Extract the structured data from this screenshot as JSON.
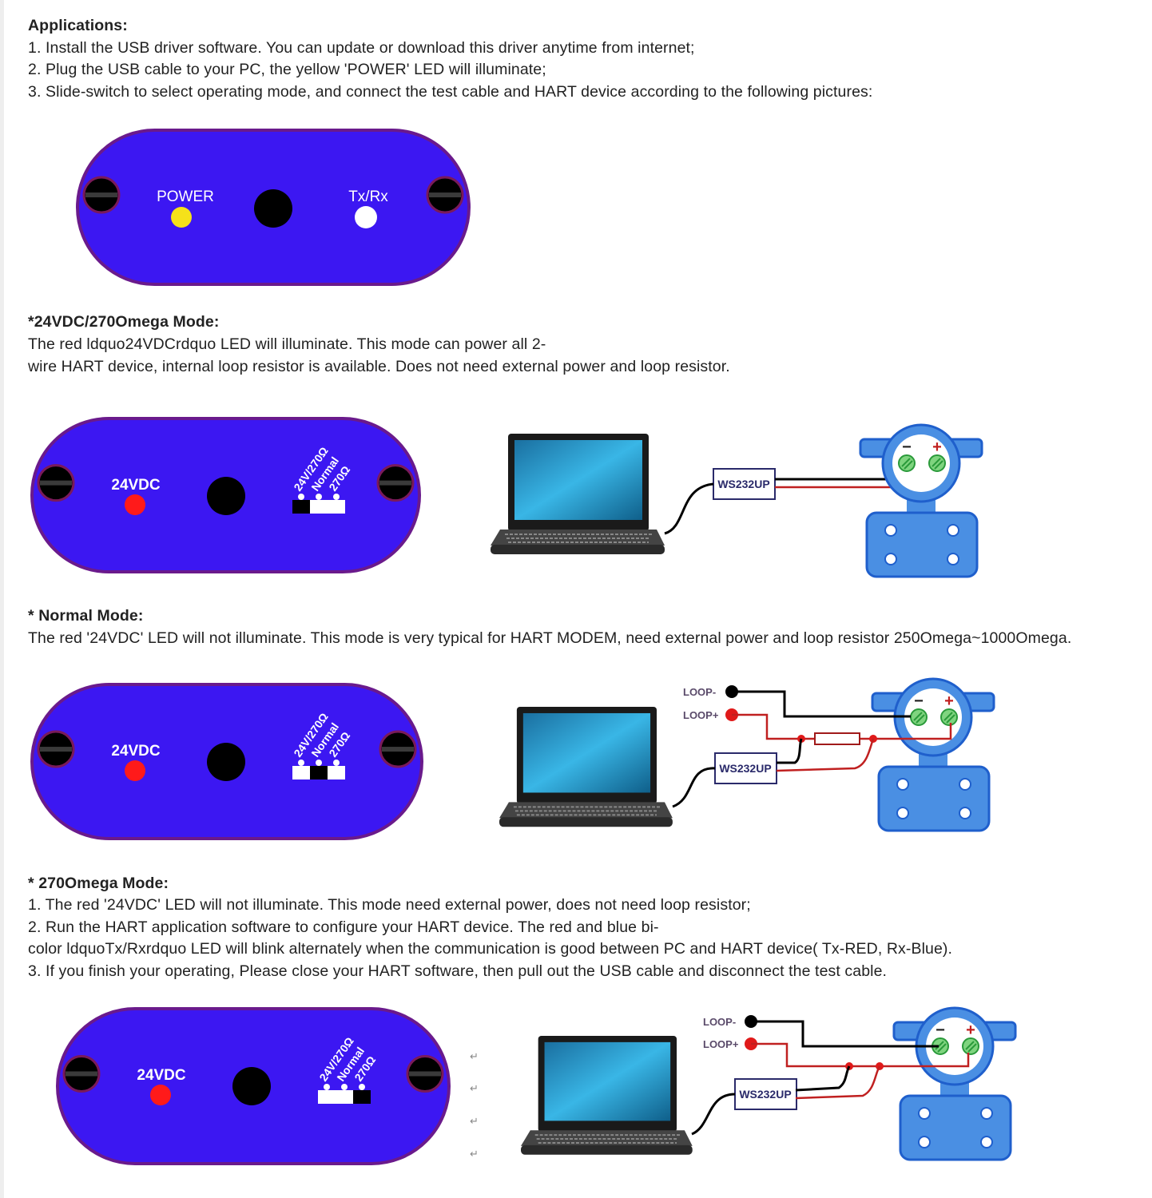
{
  "applications": {
    "heading": "Applications:",
    "lines": [
      "1. Install the USB driver software. You can update or download this driver anytime from internet;",
      "2. Plug the USB cable to your PC, the yellow 'POWER' LED will illuminate;",
      "3. Slide-switch to select operating mode, and connect the test cable and HART device according to the following pictures:"
    ]
  },
  "mode_24vdc": {
    "heading": "*24VDC/270Omega Mode:",
    "lines": [
      "The red ldquo24VDCrdquo LED will illuminate. This mode can power all 2-",
      "wire HART device, internal loop resistor is available. Does not need external power and loop resistor."
    ]
  },
  "mode_normal": {
    "heading": "* Normal Mode:",
    "lines": [
      "The red '24VDC' LED will not illuminate. This mode is very typical for HART MODEM, need external power and loop resistor 250Omega~1000Omega."
    ]
  },
  "mode_270": {
    "heading": "* 270Omega Mode:",
    "lines": [
      "1. The red '24VDC' LED will not illuminate. This mode need external power, does not need loop resistor;",
      "2. Run the HART application software to configure your HART device. The red and blue bi-",
      "color ldquoTx/Rxrdquo LED will blink alternately when the communication is good between PC and HART device( Tx-RED, Rx-Blue).",
      "3. If you finish your operating, Please close your HART software, then pull out the USB cable and disconnect the test cable."
    ]
  },
  "diagram_labels": {
    "power": "POWER",
    "txrx": "Tx/Rx",
    "led_24vdc": "24VDC",
    "switch_positions": [
      "24V/270Ω",
      "Normal",
      "270Ω"
    ],
    "modem": "WS232UP",
    "loop_minus": "LOOP-",
    "loop_plus": "LOOP+",
    "terminal_minus": "−",
    "terminal_plus": "+",
    "return_mark": "↵"
  },
  "switch_states": [
    "24V/270Ω",
    "Normal",
    "270Ω"
  ],
  "colors": {
    "panel": "#3c17f2",
    "panel_border": "#6a1a8c",
    "power_led": "#f5e11a",
    "red_led": "#ff1a1a",
    "txrx_led": "#ffffff",
    "transmitter": "#4a8fe3",
    "terminal": "#7fd47f",
    "wire_red": "#d42020"
  }
}
